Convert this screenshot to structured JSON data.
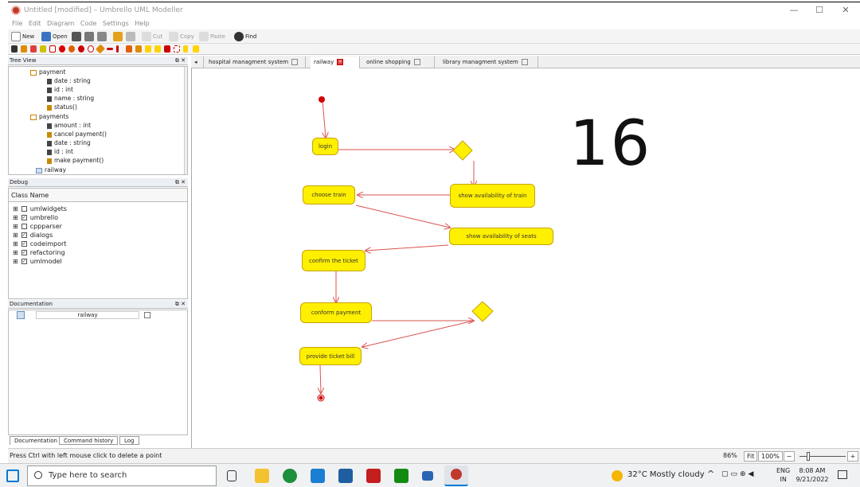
{
  "window": {
    "title": "Untitled [modified] – Umbrello UML Modeller"
  },
  "menu": [
    "File",
    "Edit",
    "Diagram",
    "Code",
    "Settings",
    "Help"
  ],
  "toolbar": {
    "new": "New",
    "open": "Open",
    "cut": "Cut",
    "copy": "Copy",
    "paste": "Paste",
    "find": "Find"
  },
  "tree": {
    "title": "Tree View",
    "items": [
      {
        "label": "payment",
        "type": "class"
      },
      {
        "label": "date : string",
        "type": "attr"
      },
      {
        "label": "id : int",
        "type": "attr"
      },
      {
        "label": "name : string",
        "type": "attr"
      },
      {
        "label": "status()",
        "type": "op"
      },
      {
        "label": "payments",
        "type": "class"
      },
      {
        "label": "amount : int",
        "type": "attr"
      },
      {
        "label": "cancel payment()",
        "type": "op"
      },
      {
        "label": "date : string",
        "type": "attr"
      },
      {
        "label": "id : int",
        "type": "attr"
      },
      {
        "label": "make payment()",
        "type": "op"
      },
      {
        "label": "railway",
        "type": "diagram"
      }
    ]
  },
  "debug": {
    "title": "Debug",
    "column": "Class Name",
    "rows": [
      {
        "label": "umlwidgets",
        "checked": false
      },
      {
        "label": "umbrello",
        "checked": true
      },
      {
        "label": "cppparser",
        "checked": false
      },
      {
        "label": "dialogs",
        "checked": true
      },
      {
        "label": "codeimport",
        "checked": true
      },
      {
        "label": "refactoring",
        "checked": true
      },
      {
        "label": "umlmodel",
        "checked": true
      }
    ]
  },
  "documentation": {
    "title": "Documentation",
    "field": "railway",
    "tabs": [
      "Documentation",
      "Command history",
      "Log"
    ]
  },
  "tabs": [
    {
      "label": "hospital managment system",
      "active": false
    },
    {
      "label": "railway",
      "active": true
    },
    {
      "label": "online shopping",
      "active": false
    },
    {
      "label": "library managment system",
      "active": false
    }
  ],
  "diagram": {
    "activities": {
      "login": "login",
      "choose_train": "choose train",
      "show_train": "show availability of train",
      "show_seats": "show availability of seats",
      "confirm_ticket": "confirm the ticket",
      "confirm_payment": "conform payment",
      "provide_bill": "provide ticket bill"
    },
    "overlay_number": "16"
  },
  "status": {
    "message": "Press Ctrl with left mouse click to delete a point",
    "zoom": "86%",
    "fit": "Fit",
    "full": "100%"
  },
  "taskbar": {
    "search_placeholder": "Type here to search",
    "weather": "32°C  Mostly cloudy",
    "lang_top": "ENG",
    "lang_bottom": "IN",
    "time": "8:08 AM",
    "date": "9/21/2022"
  },
  "colors": {
    "activity_fill": "#ffef00",
    "flow": "#d9534f",
    "node": "#d00000"
  }
}
